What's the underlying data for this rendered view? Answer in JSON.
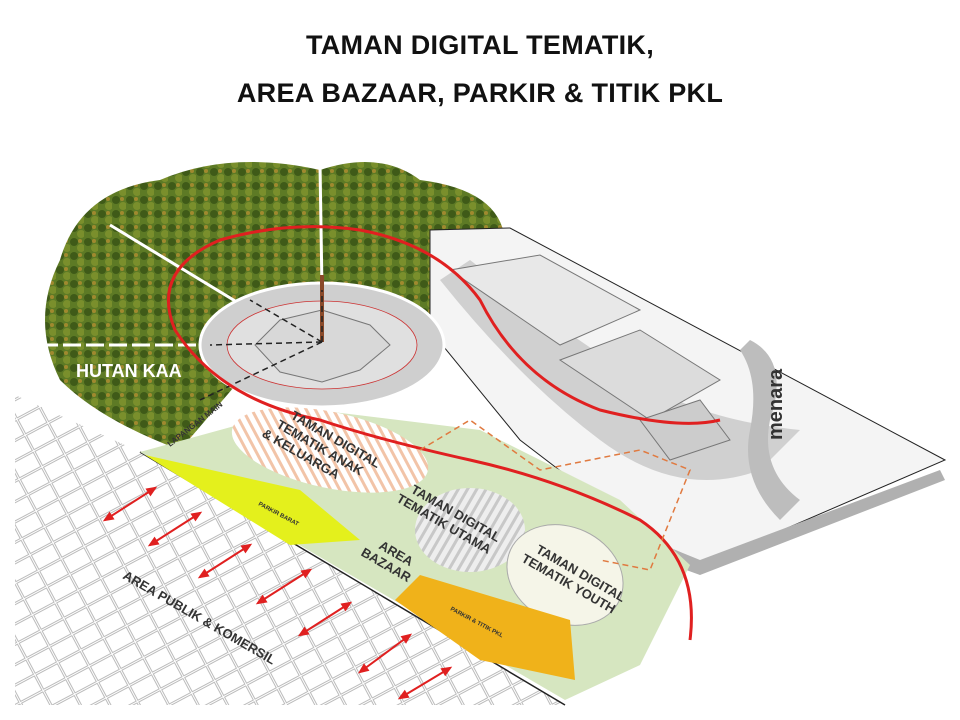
{
  "slide": {
    "title_line1": "TAMAN DIGITAL TEMATIK,",
    "title_line2": "AREA BAZAAR, PARKIR & TITIK PKL"
  },
  "site_plan": {
    "labels": {
      "forest": "HUTAN KAA",
      "playground": "LAPANGAN MAIN",
      "park_kids_1": "TAMAN DIGITAL",
      "park_kids_2": "TEMATIK ANAK",
      "park_kids_3": "& KELUARGA",
      "park_main_1": "TAMAN DIGITAL",
      "park_main_2": "TEMATIK UTAMA",
      "park_youth_1": "TAMAN DIGITAL",
      "park_youth_2": "TEMATIK YOUTH",
      "bazaar_1": "AREA",
      "bazaar_2": "BAZAAR",
      "parking_west": "PARKIR BARAT",
      "parking_pkl": "PARKIR & TITIK PKL",
      "public_area": "AREA PUBLIK & KOMERSIL",
      "tower": "menara"
    },
    "colors": {
      "boundary": "#e02020",
      "arrows": "#e02020",
      "parking_west": "#e4f01c",
      "parking_pkl": "#f0b21a",
      "park": "#d6e6c0",
      "forest": "#5d7a25"
    }
  }
}
